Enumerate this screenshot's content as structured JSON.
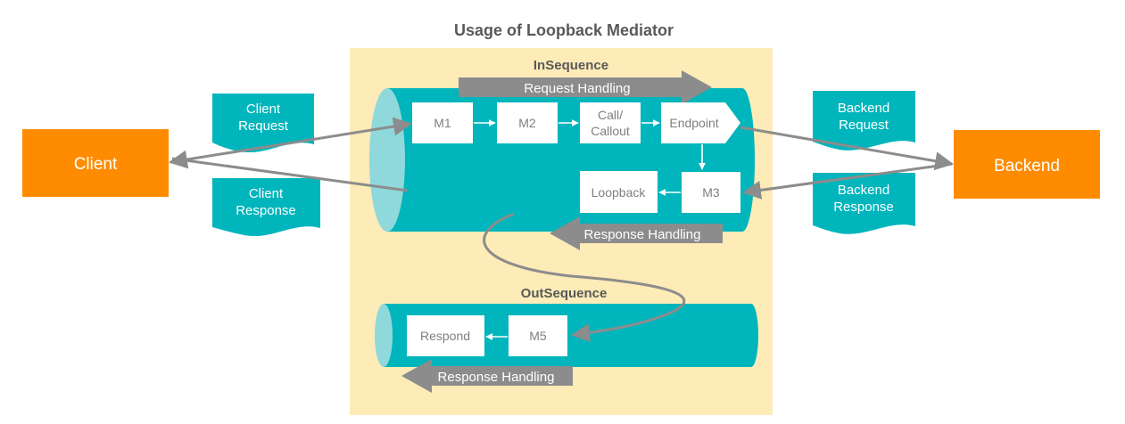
{
  "title": "Usage of Loopback Mediator",
  "in_sequence": {
    "label": "InSequence",
    "request_arrow": "Request Handling",
    "response_arrow": "Response Handling",
    "mediators": {
      "m1": "M1",
      "m2": "M2",
      "call_line1": "Call/",
      "call_line2": "Callout",
      "endpoint": "Endpoint",
      "m3": "M3",
      "loopback": "Loopback"
    }
  },
  "out_sequence": {
    "label": "OutSequence",
    "response_arrow": "Response Handling",
    "mediators": {
      "respond": "Respond",
      "m5": "M5"
    }
  },
  "client": {
    "label": "Client",
    "request_line1": "Client",
    "request_line2": "Request",
    "response_line1": "Client",
    "response_line2": "Response"
  },
  "backend": {
    "label": "Backend",
    "request_line1": "Backend",
    "request_line2": "Request",
    "response_line1": "Backend",
    "response_line2": "Response"
  },
  "colors": {
    "teal": "#00b5bc",
    "teal_light": "#8fd8dc",
    "orange": "#ff8c00",
    "panel": "#fdebb8",
    "gray_arrow": "#8c8c8c"
  }
}
